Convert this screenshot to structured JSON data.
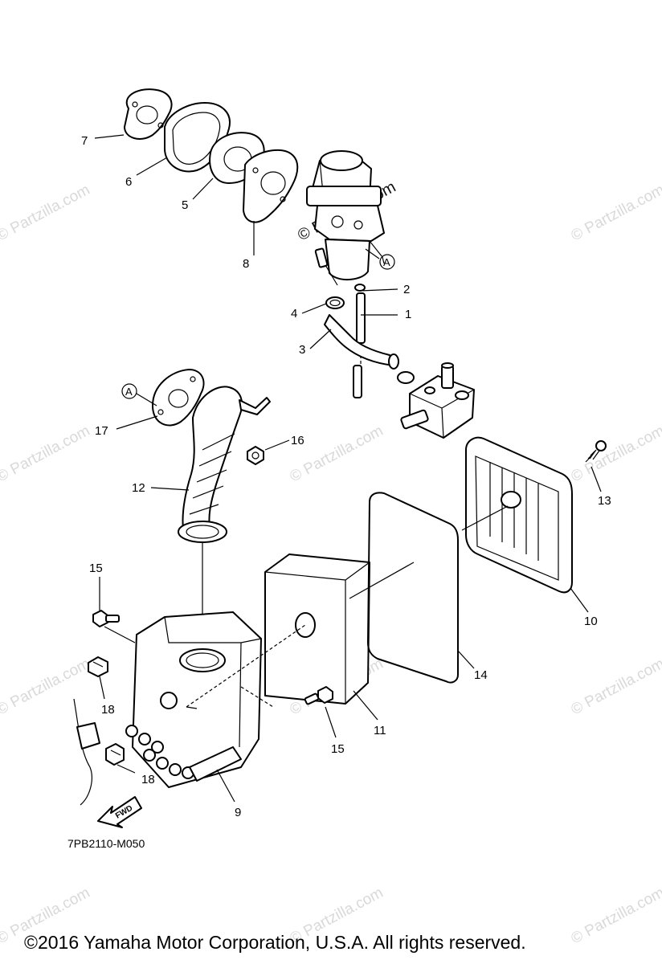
{
  "diagram": {
    "drawing_code": "7PB2110-M050",
    "callouts": [
      "1",
      "2",
      "3",
      "4",
      "5",
      "6",
      "7",
      "8",
      "9",
      "10",
      "11",
      "12",
      "13",
      "14",
      "15",
      "15",
      "16",
      "17",
      "18",
      "18"
    ],
    "reference_marks": [
      "A",
      "A"
    ],
    "fwd_label": "FWD",
    "watermark_text": "© Partzilla.com"
  },
  "footer": {
    "copyright": "©2016  Yamaha Motor Corporation, U.S.A. All rights reserved."
  }
}
